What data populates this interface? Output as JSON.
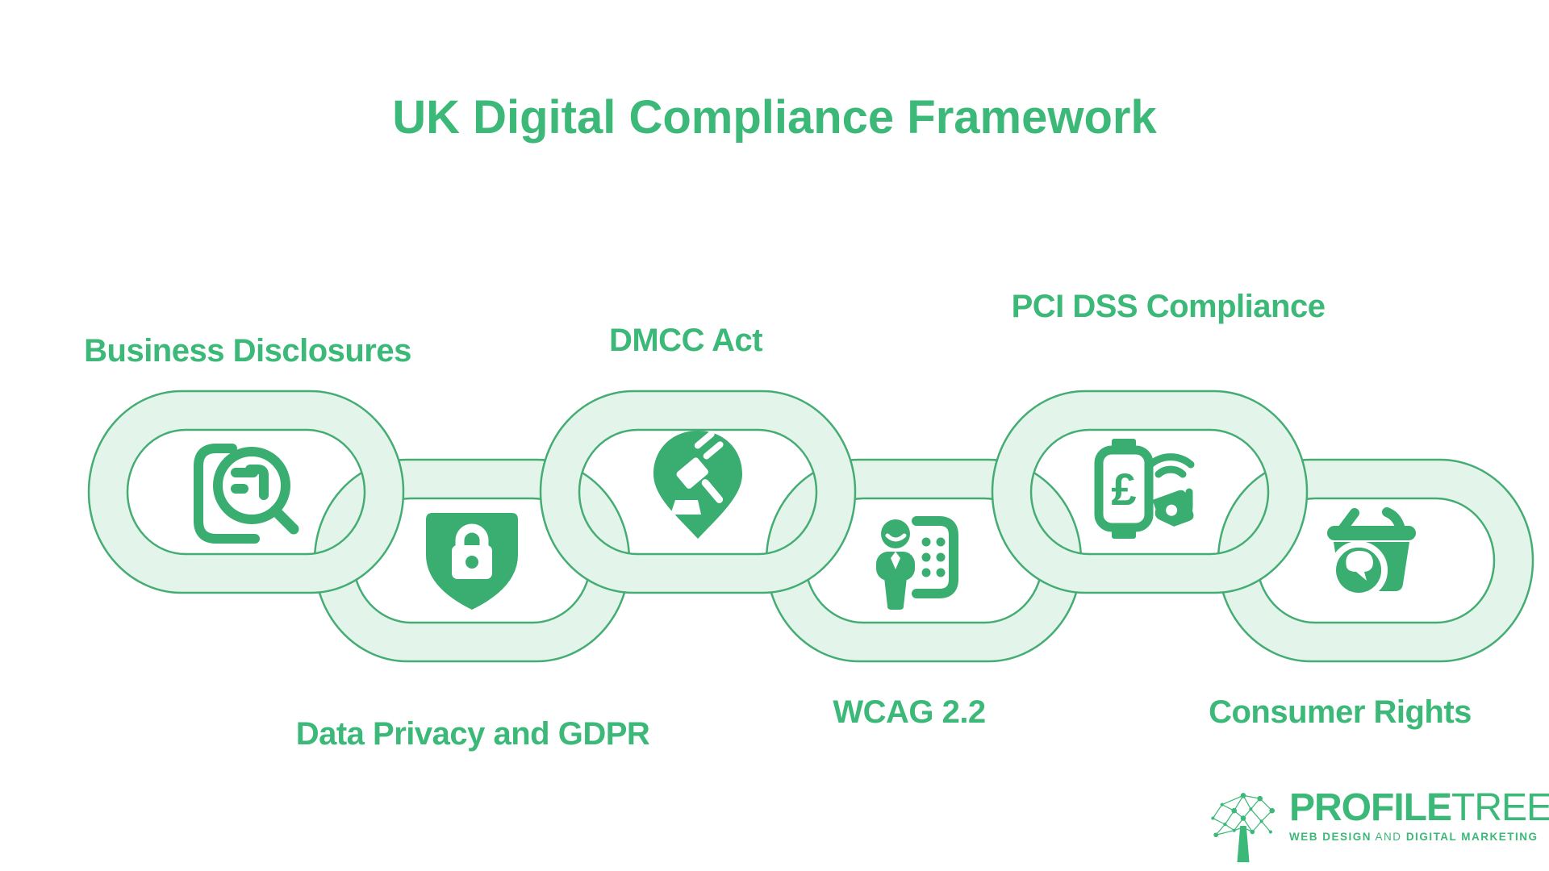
{
  "title": "UK Digital Compliance Framework",
  "chain": {
    "links": [
      {
        "label": "Business Disclosures",
        "icon": "document-search-icon",
        "label_position": "top"
      },
      {
        "label": "Data Privacy and GDPR",
        "icon": "shield-lock-icon",
        "label_position": "bottom"
      },
      {
        "label": "DMCC Act",
        "icon": "gavel-location-pin-icon",
        "label_position": "top"
      },
      {
        "label": "WCAG 2.2",
        "icon": "accessibility-person-icon",
        "label_position": "bottom"
      },
      {
        "label": "PCI DSS Compliance",
        "icon": "contactless-payment-icon",
        "label_position": "top"
      },
      {
        "label": "Consumer Rights",
        "icon": "shopping-basket-icon",
        "label_position": "bottom"
      }
    ]
  },
  "logo": {
    "brand_bold": "PROFILE",
    "brand_light": "TREE",
    "tagline": {
      "part1": "WEB DESIGN",
      "part2": "AND",
      "part3": "DIGITAL MARKETING"
    }
  },
  "colors": {
    "primary_green": "#3cb878",
    "icon_green": "#3aad70",
    "chain_fill": "#e3f5ea",
    "chain_stroke": "#45ac74",
    "background": "#ffffff"
  }
}
